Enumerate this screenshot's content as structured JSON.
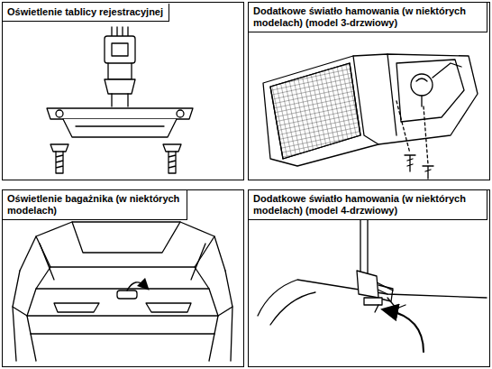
{
  "diagram": {
    "nodes": [
      {
        "text": [
          "Oświetlenie tablicy rejestracyjnej"
        ]
      },
      {
        "text": [
          "Dodatkowe światło hamowania (w niektórych modelach) (model 3-drzwiowy)"
        ]
      },
      {
        "text": [
          "Oświetlenie bagażnika (w niektórych modelach)"
        ]
      },
      {
        "text": [
          "Dodatkowe światło hamowania (w niektórych modelach) (model 4-drzwiowy)"
        ]
      }
    ]
  }
}
